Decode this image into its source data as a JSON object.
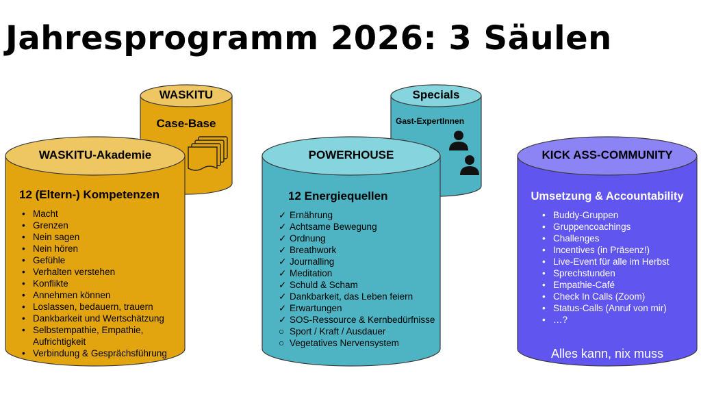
{
  "title": "Jahresprogramm 2026: 3 Säulen",
  "colors": {
    "waskitu": "#E3A50F",
    "waskitu_top": "#EEC763",
    "powerhouse": "#4EB3C2",
    "powerhouse_top": "#86D4DD",
    "community": "#6055EF",
    "community_top": "#8C84F5"
  },
  "waskitu_small": {
    "label": "WASKITU",
    "subtitle": "Case-Base",
    "icon": "stacked-documents-icon"
  },
  "waskitu_akademie": {
    "label": "WASKITU-Akademie",
    "heading": "12 (Eltern-) Kompetenzen",
    "items": [
      "Macht",
      "Grenzen",
      "Nein sagen",
      "Nein hören",
      "Gefühle",
      "Verhalten verstehen",
      "Konflikte",
      "Annehmen können",
      "Loslassen, bedauern, trauern",
      "Dankbarkeit und Wertschätzung",
      "Selbstempathie, Empathie, Aufrichtigkeit",
      "Verbindung & Gesprächsführung"
    ]
  },
  "specials": {
    "label": "Specials",
    "subtitle": "Gast-ExpertInnen",
    "icon": "person-icon"
  },
  "powerhouse": {
    "label": "POWERHOUSE",
    "heading": "12 Energiequellen",
    "items": [
      {
        "mark": "✓",
        "text": "Ernährung"
      },
      {
        "mark": "✓",
        "text": "Achtsame Bewegung"
      },
      {
        "mark": "✓",
        "text": "Ordnung"
      },
      {
        "mark": "✓",
        "text": "Breathwork"
      },
      {
        "mark": "✓",
        "text": "Journalling"
      },
      {
        "mark": "✓",
        "text": "Meditation"
      },
      {
        "mark": "✓",
        "text": "Schuld & Scham"
      },
      {
        "mark": "✓",
        "text": "Dankbarkeit, das Leben feiern"
      },
      {
        "mark": "✓",
        "text": "Erwartungen"
      },
      {
        "mark": "✓",
        "text": "SOS-Ressource & Kernbedürfnisse"
      },
      {
        "mark": "○",
        "text": "Sport / Kraft / Ausdauer"
      },
      {
        "mark": "○",
        "text": "Vegetatives Nervensystem"
      }
    ]
  },
  "community": {
    "label": "KICK ASS-COMMUNITY",
    "heading": "Umsetzung & Accountability",
    "items": [
      "Buddy-Gruppen",
      "Gruppencoachings",
      "Challenges",
      "Incentives (in Präsenz!)",
      "Live-Event für alle im Herbst",
      "Sprechstunden",
      "Empathie-Café",
      "Check In Calls (Zoom)",
      "Status-Calls (Anruf von mir)",
      "…?"
    ],
    "footer": "Alles kann, nix muss"
  }
}
